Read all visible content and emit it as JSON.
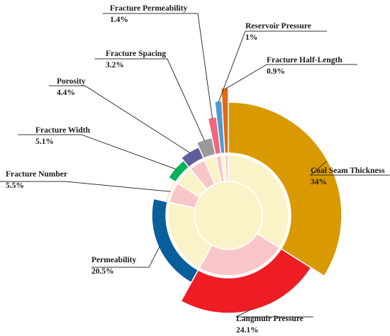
{
  "chart_data": {
    "type": "pie",
    "title": "",
    "slices": [
      {
        "name": "Coal Seam Thickness",
        "value": 34.0,
        "label": "34%",
        "color": "#D89A00"
      },
      {
        "name": "Langmuir Pressure",
        "value": 24.1,
        "label": "24.1%",
        "color": "#EE1D23"
      },
      {
        "name": "Permeability",
        "value": 20.5,
        "label": "20.5%",
        "color": "#0A5E9C"
      },
      {
        "name": "Fracture Number",
        "value": 5.5,
        "label": "5.5%",
        "color": "#F5B800"
      },
      {
        "name": "Fracture Width",
        "value": 5.1,
        "label": "5.1%",
        "color": "#00B25A"
      },
      {
        "name": "Porosity",
        "value": 4.4,
        "label": "4.4%",
        "color": "#5E5E9F"
      },
      {
        "name": "Fracture Spacing",
        "value": 3.2,
        "label": "3.2%",
        "color": "#9A9A9A"
      },
      {
        "name": "Fracture Permeability",
        "value": 1.4,
        "label": "1.4%",
        "color": "#F2667A"
      },
      {
        "name": "Reservoir Pressure",
        "value": 1.0,
        "label": "1%",
        "color": "#4C9AD0"
      },
      {
        "name": "Fracture Half-Length",
        "value": 0.9,
        "label": "0.9%",
        "color": "#E06A10"
      }
    ],
    "inner_ring_colors": [
      "#FBF3C8",
      "#F9C6C8"
    ],
    "center_color": "#FBF3C8"
  }
}
